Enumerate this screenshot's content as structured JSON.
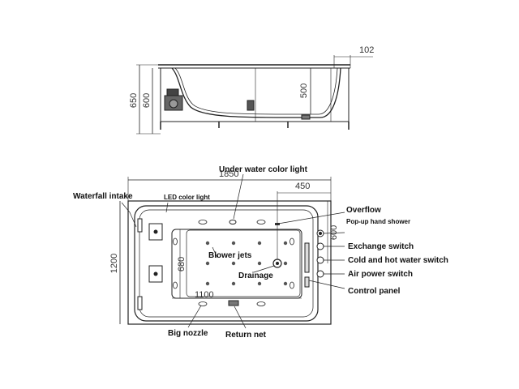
{
  "side_view": {
    "dim_top_right": "102",
    "dim_height_outer": "650",
    "dim_height_inner": "600",
    "dim_depth": "500"
  },
  "top_view": {
    "dim_length": "1850",
    "dim_width": "1200",
    "dim_inner_width": "680",
    "dim_inner_length": "1100",
    "dim_offset_x": "450",
    "dim_offset_y": "600"
  },
  "labels": {
    "waterfall_intake": "Waterfall intake",
    "led_color_light": "LED color light",
    "under_water_color_light": "Under water color light",
    "overflow": "Overflow",
    "popup_hand_shower": "Pop-up hand shower",
    "exchange_switch": "Exchange switch",
    "cold_hot_water_switch": "Cold and hot water switch",
    "air_power_switch": "Air power switch",
    "control_panel": "Control panel",
    "blower_jets": "Blower jets",
    "drainage": "Drainage",
    "big_nozzle": "Big nozzle",
    "return_net": "Return net"
  }
}
